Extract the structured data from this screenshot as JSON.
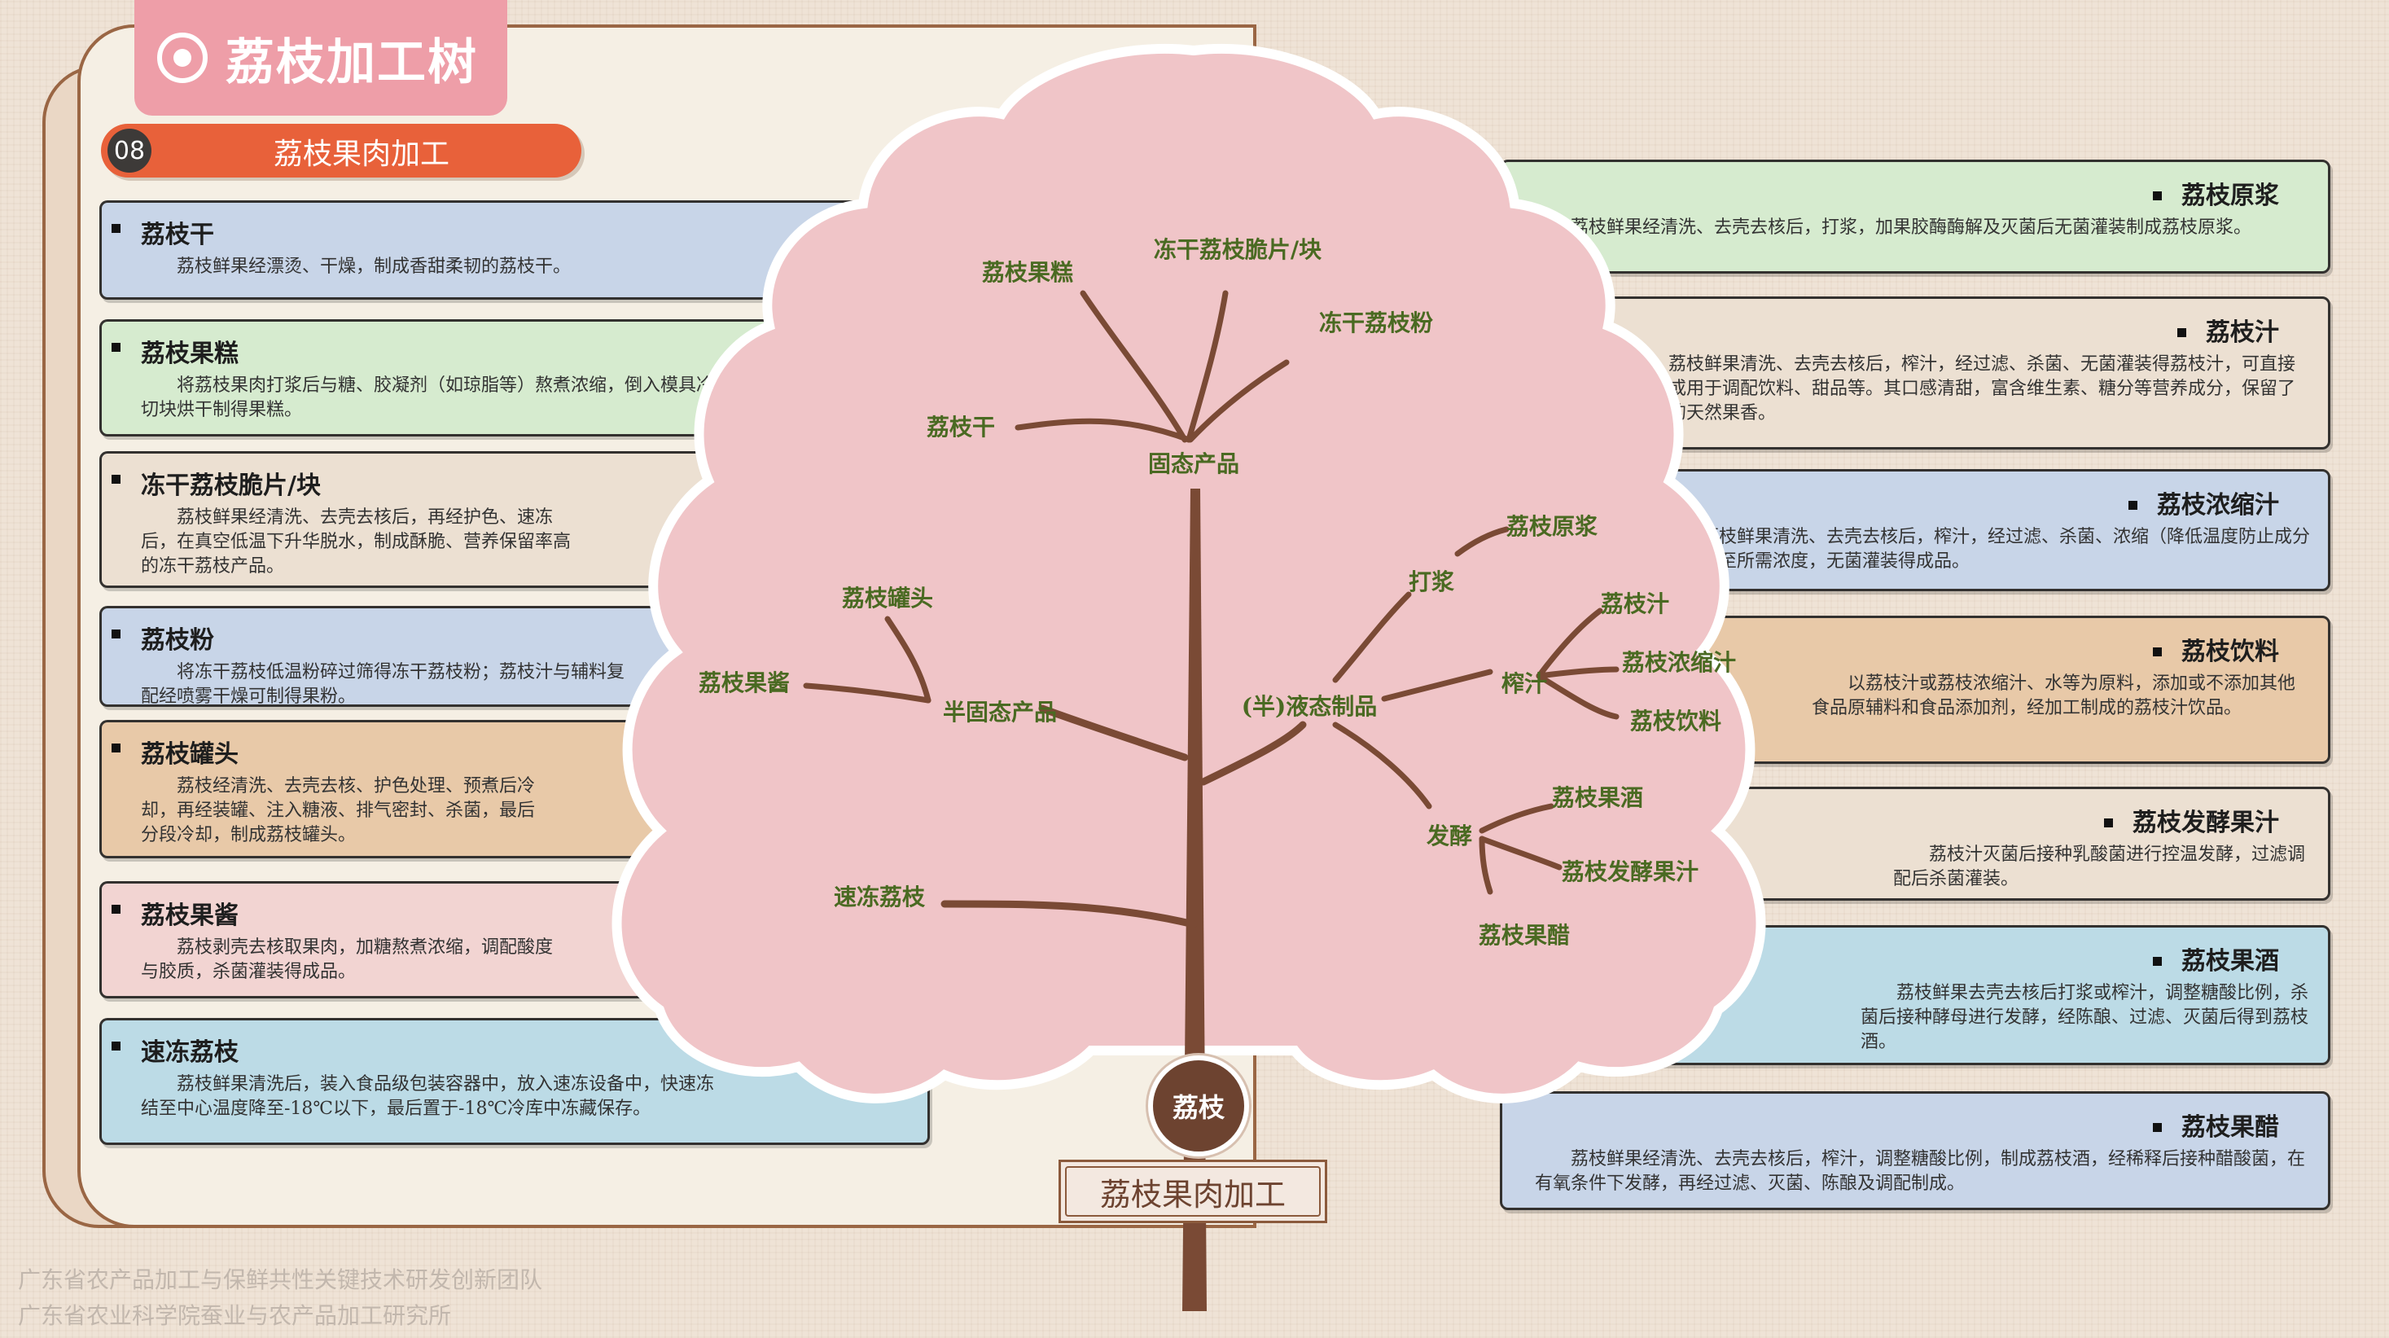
{
  "header": {
    "title": "荔枝加工树"
  },
  "section": {
    "number": "08",
    "label": "荔枝果肉加工"
  },
  "left_boxes": [
    {
      "title": "荔枝干",
      "desc": "荔枝鲜果经漂烫、干燥，制成香甜柔韧的荔枝干。",
      "color": "#c8d5e8"
    },
    {
      "title": "荔枝果糕",
      "desc": "将荔枝果肉打浆后与糖、胶凝剂（如琼脂等）熬煮浓缩，倒入模具冷却成型，切块烘干制得果糕。",
      "color": "#d6ebcf"
    },
    {
      "title": "冻干荔枝脆片/块",
      "desc": "荔枝鲜果经清洗、去壳去核后，再经护色、速冻后，在真空低温下升华脱水，制成酥脆、营养保留率高的冻干荔枝产品。",
      "color": "#ece0d2"
    },
    {
      "title": "荔枝粉",
      "desc": "将冻干荔枝低温粉碎过筛得冻干荔枝粉；荔枝汁与辅料复配经喷雾干燥可制得果粉。",
      "color": "#c8d5e8"
    },
    {
      "title": "荔枝罐头",
      "desc": "荔枝经清洗、去壳去核、护色处理、预煮后冷却，再经装罐、注入糖液、排气密封、杀菌，最后分段冷却，制成荔枝罐头。",
      "color": "#e8c9a8"
    },
    {
      "title": "荔枝果酱",
      "desc": "荔枝剥壳去核取果肉，加糖熬煮浓缩，调配酸度与胶质，杀菌灌装得成品。",
      "color": "#f2d4d2"
    },
    {
      "title": "速冻荔枝",
      "desc": "荔枝鲜果清洗后，装入食品级包装容器中，放入速冻设备中，快速冻结至中心温度降至-18℃以下，最后置于-18℃冷库中冻藏保存。",
      "color": "#bcdbe6"
    }
  ],
  "right_boxes": [
    {
      "title": "荔枝原浆",
      "desc": "荔枝鲜果经清洗、去壳去核后，打浆，加果胶酶酶解及灭菌后无菌灌装制成荔枝原浆。",
      "color": "#d6ebcf"
    },
    {
      "title": "荔枝汁",
      "desc": "荔枝鲜果清洗、去壳去核后，榨汁，经过滤、杀菌、无菌灌装得荔枝汁，可直接饮用或用于调配饮料、甜品等。其口感清甜，富含维生素、糖分等营养成分，保留了荔枝的天然果香。",
      "color": "#ece0d2"
    },
    {
      "title": "荔枝浓缩汁",
      "desc": "荔枝鲜果清洗、去壳去核后，榨汁，经过滤、杀菌、浓缩（降低温度防止成分破坏）至所需浓度，无菌灌装得成品。",
      "color": "#c8d5e8"
    },
    {
      "title": "荔枝饮料",
      "desc": "以荔枝汁或荔枝浓缩汁、水等为原料，添加或不添加其他食品原辅料和食品添加剂，经加工制成的荔枝汁饮品。",
      "color": "#e8c9a8"
    },
    {
      "title": "荔枝发酵果汁",
      "desc": "荔枝汁灭菌后接种乳酸菌进行控温发酵，过滤调配后杀菌灌装。",
      "color": "#ece0d2"
    },
    {
      "title": "荔枝果酒",
      "desc": "荔枝鲜果去壳去核后打浆或榨汁，调整糖酸比例，杀菌后接种酵母进行发酵，经陈酿、过滤、灭菌后得到荔枝酒。",
      "color": "#bcdbe6"
    },
    {
      "title": "荔枝果醋",
      "desc": "荔枝鲜果经清洗、去壳去核后，榨汁，调整糖酸比例，制成荔枝酒，经稀释后接种醋酸菌，在有氧条件下发酵，再经过滤、灭菌、陈酿及调配制成。",
      "color": "#c8d5e8"
    }
  ],
  "tree": {
    "nodes": {
      "solid": "固态产品",
      "semi_solid": "半固态产品",
      "liquid": "(半)液态制品",
      "dry": "荔枝干",
      "cake": "荔枝果糕",
      "freeze_chip": "冻干荔枝脆片/块",
      "freeze_powder": "冻干荔枝粉",
      "can": "荔枝罐头",
      "jam": "荔枝果酱",
      "quick_frozen": "速冻荔枝",
      "pulping": "打浆",
      "puree": "荔枝原浆",
      "juicing": "榨汁",
      "juice": "荔枝汁",
      "concentrate": "荔枝浓缩汁",
      "beverage": "荔枝饮料",
      "fermentation": "发酵",
      "wine": "荔枝果酒",
      "ferm_juice": "荔枝发酵果汁",
      "vinegar": "荔枝果醋"
    },
    "root": "荔枝",
    "plaque": "荔枝果肉加工",
    "leaf_color": "#f0c5c8",
    "branch_color": "#7a4a35"
  },
  "footer": {
    "line1": "广东省农产品加工与保鲜共性关键技术研发创新团队",
    "line2": "广东省农业科学院蚕业与农产品加工研究所"
  }
}
